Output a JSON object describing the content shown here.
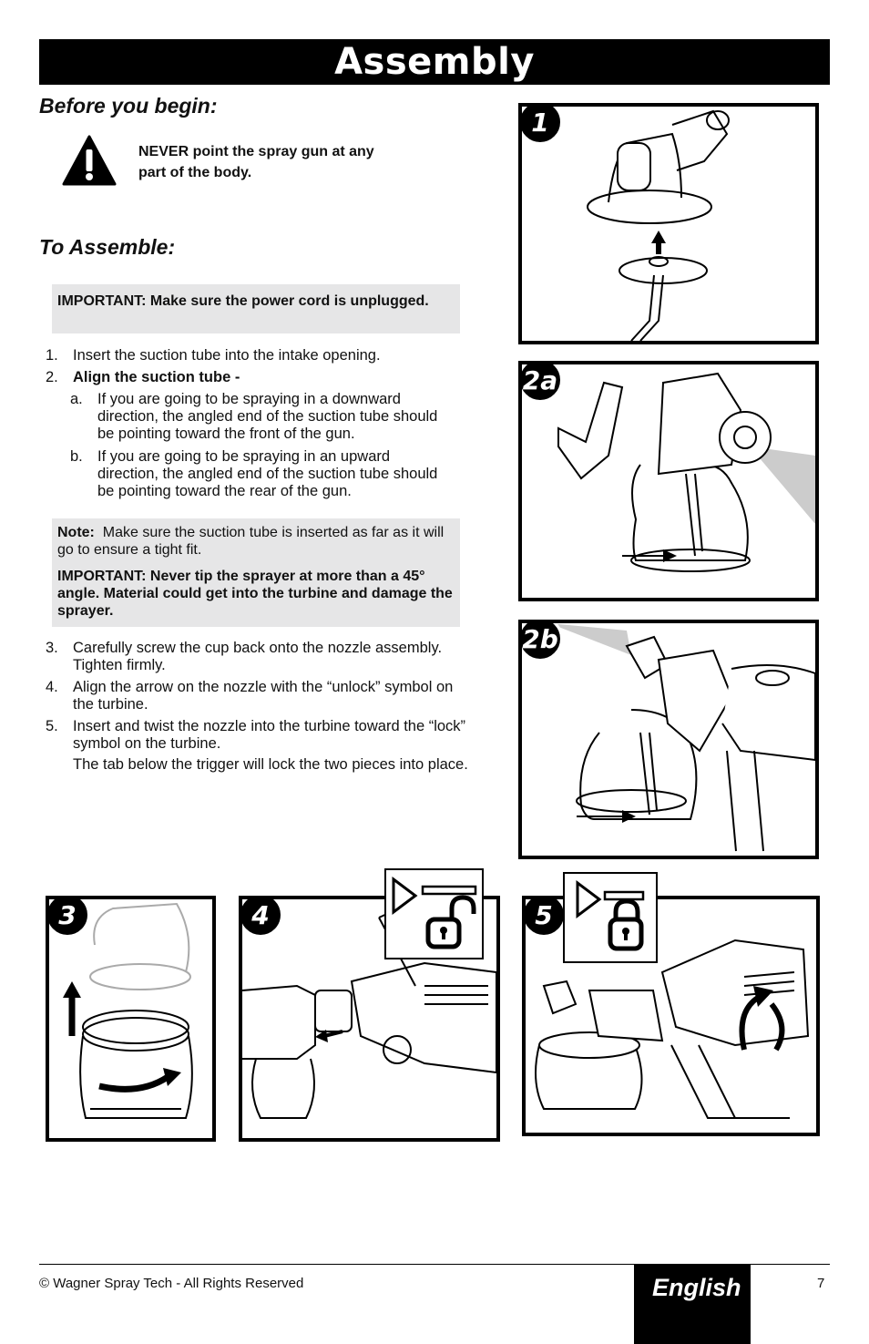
{
  "title": "Assembly",
  "before": {
    "heading": "Before you begin:",
    "warning": "NEVER point the spray gun at any part of the body."
  },
  "assemble": {
    "heading": "To Assemble:",
    "important1": "IMPORTANT:  Make sure the power cord is unplugged.",
    "steps_a": [
      {
        "num": "1.",
        "text": "Insert the suction tube into the intake opening."
      },
      {
        "num": "2.",
        "text": "Align the suction tube -"
      }
    ],
    "substeps": [
      {
        "num": "a.",
        "text": "If you are going to be spraying in a downward direction, the angled end of the suction tube should be pointing toward the front of the gun."
      },
      {
        "num": "b.",
        "text": "If you are going to be spraying in an upward direction, the angled end of the suction tube should be pointing toward the rear of the gun."
      }
    ],
    "note_label": "Note:",
    "note_text": "Make sure the suction tube is inserted as far as it will go to ensure a tight fit.",
    "important2": "IMPORTANT:  Never tip the sprayer at more than a 45° angle.  Material could get into the turbine and damage the sprayer.",
    "steps_b": [
      {
        "num": "3.",
        "text": "Carefully screw the cup back onto the nozzle assembly.  Tighten firmly."
      },
      {
        "num": "4.",
        "text": "Align the arrow on the nozzle with the “unlock” symbol on the turbine."
      },
      {
        "num": "5.",
        "text": "Insert and twist the nozzle into the turbine toward the “lock” symbol on the turbine."
      }
    ],
    "step5_extra": "The tab below the trigger will lock the two pieces into place."
  },
  "figures": {
    "f1": "1",
    "f2a": "2a",
    "f2b": "2b",
    "f3": "3",
    "f4": "4",
    "f5": "5"
  },
  "footer": {
    "copyright": "© Wagner Spray Tech - All Rights Reserved",
    "language": "English",
    "page": "7"
  },
  "icons": [
    "warning-icon",
    "unlock-icon",
    "lock-icon",
    "arrow-icon"
  ]
}
